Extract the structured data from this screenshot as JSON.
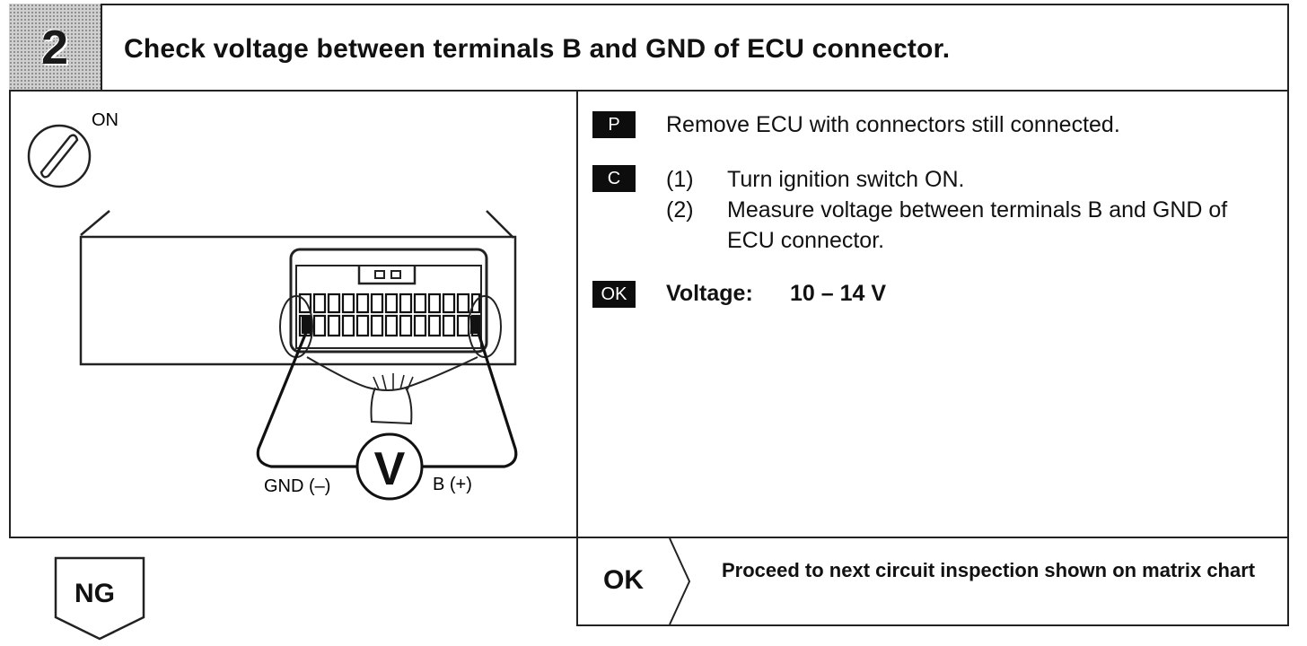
{
  "header": {
    "step_number": "2",
    "title": "Check voltage between terminals B and GND of ECU connector."
  },
  "diagram": {
    "switch_label": "ON",
    "meter_symbol": "V",
    "gnd_label": "GND (–)",
    "b_label": "B (+)"
  },
  "instructions": [
    {
      "badge": "P",
      "text": "Remove ECU with connectors still connected."
    },
    {
      "badge": "C",
      "steps": [
        {
          "num": "(1)",
          "text": "Turn ignition switch ON."
        },
        {
          "num": "(2)",
          "text": "Measure voltage between terminals B and GND of ECU connector."
        }
      ]
    },
    {
      "badge": "OK",
      "label": "Voltage:",
      "value": "10 – 14 V"
    }
  ],
  "result_ok": {
    "label": "OK",
    "text": "Proceed to next circuit inspection shown on matrix chart"
  },
  "result_ng": {
    "label": "NG"
  },
  "colors": {
    "line": "#222222",
    "badge_bg": "#0d0d0d",
    "step_bg": "#cfcfcf"
  },
  "icons": [
    "ignition-switch-icon",
    "ecu-connector-icon",
    "voltmeter-icon"
  ]
}
